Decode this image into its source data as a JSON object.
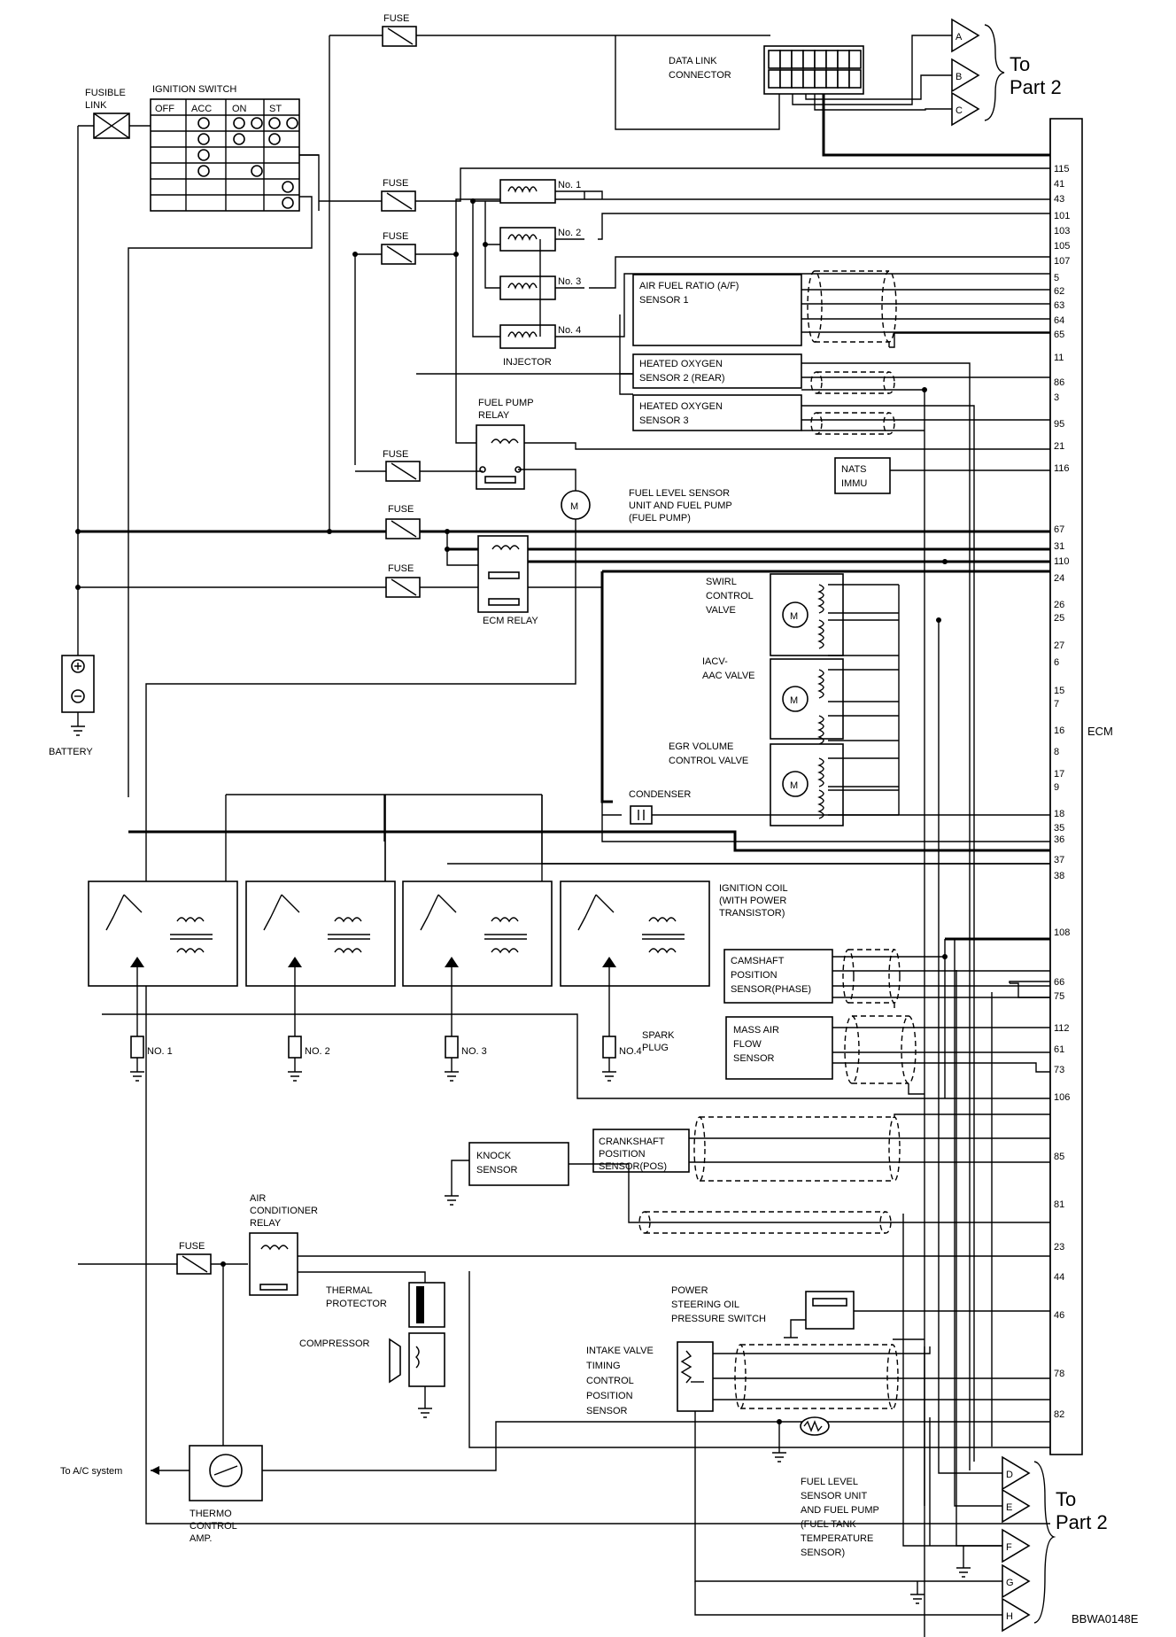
{
  "diagram": {
    "code": "BBWA0148E",
    "ecm_label": "ECM",
    "to_part2": [
      "To",
      "Part 2"
    ],
    "connectors_top": [
      "A",
      "B",
      "C"
    ],
    "connectors_bottom": [
      "D",
      "E",
      "F",
      "G",
      "H"
    ],
    "ecm_pins": [
      "115",
      "41",
      "43",
      "101",
      "103",
      "105",
      "107",
      "5",
      "62",
      "63",
      "64",
      "65",
      "11",
      "86",
      "3",
      "95",
      "21",
      "116",
      "67",
      "31",
      "110",
      "24",
      "26",
      "25",
      "27",
      "6",
      "15",
      "7",
      "16",
      "8",
      "17",
      "9",
      "18",
      "35",
      "36",
      "37",
      "38",
      "108",
      "66",
      "75",
      "112",
      "61",
      "73",
      "106",
      "85",
      "81",
      "23",
      "44",
      "46",
      "78",
      "82"
    ],
    "labels": {
      "fuse": "FUSE",
      "fusible_link": [
        "FUSIBLE",
        "LINK"
      ],
      "ignition_switch": "IGNITION SWITCH",
      "ignition_positions": [
        "OFF",
        "ACC",
        "ON",
        "ST"
      ],
      "battery": "BATTERY",
      "data_link": [
        "DATA LINK",
        "CONNECTOR"
      ],
      "injectors": [
        "No. 1",
        "No. 2",
        "No. 3",
        "No. 4"
      ],
      "injector": "INJECTOR",
      "af_sensor": [
        "AIR FUEL RATIO (A/F)",
        "SENSOR 1"
      ],
      "ho2s2": [
        "HEATED OXYGEN",
        "SENSOR 2 (REAR)"
      ],
      "ho2s3": [
        "HEATED OXYGEN",
        "SENSOR 3"
      ],
      "fuel_pump_relay": [
        "FUEL PUMP",
        "RELAY"
      ],
      "nats": [
        "NATS",
        "IMMU"
      ],
      "fuel_level_pump": [
        "FUEL LEVEL SENSOR",
        "UNIT AND FUEL PUMP",
        "(FUEL PUMP)"
      ],
      "motor": "M",
      "ecm_relay": "ECM RELAY",
      "swirl": [
        "SWIRL",
        "CONTROL",
        "VALVE"
      ],
      "iacv": [
        "IACV-",
        "AAC VALVE"
      ],
      "egr": [
        "EGR VOLUME",
        "CONTROL VALVE"
      ],
      "condenser": "CONDENSER",
      "ignition_coil": [
        "IGNITION COIL",
        "(WITH POWER",
        "TRANSISTOR)"
      ],
      "plugs": [
        "NO. 1",
        "NO. 2",
        "NO. 3",
        "NO.4"
      ],
      "spark_plug": [
        "SPARK",
        "PLUG"
      ],
      "camshaft": [
        "CAMSHAFT",
        "POSITION",
        "SENSOR(PHASE)"
      ],
      "maf": [
        "MASS AIR",
        "FLOW",
        "SENSOR"
      ],
      "knock": [
        "KNOCK",
        "SENSOR"
      ],
      "crankshaft": [
        "CRANKSHAFT",
        "POSITION",
        "SENSOR(POS)"
      ],
      "ac_relay": [
        "AIR",
        "CONDITIONER",
        "RELAY"
      ],
      "thermal_protector": [
        "THERMAL",
        "PROTECTOR"
      ],
      "compressor": "COMPRESSOR",
      "ps_switch": [
        "POWER",
        "STEERING OIL",
        "PRESSURE SWITCH"
      ],
      "ivt_sensor": [
        "INTAKE VALVE",
        "TIMING",
        "CONTROL",
        "POSITION",
        "SENSOR"
      ],
      "fuel_tank_temp": [
        "FUEL LEVEL",
        "SENSOR UNIT",
        "AND FUEL PUMP",
        "(FUEL TANK",
        "TEMPERATURE",
        "SENSOR)"
      ],
      "to_ac": "To A/C system",
      "thermo_amp": [
        "THERMO",
        "CONTROL",
        "AMP."
      ]
    }
  }
}
